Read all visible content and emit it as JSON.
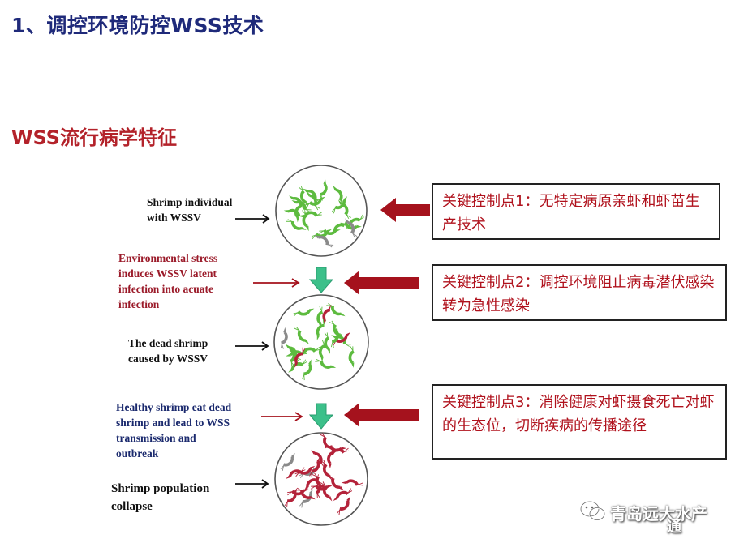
{
  "slide": {
    "title": "1、调控环境防控WSS技术",
    "section_title": "WSS流行病学特征"
  },
  "labels": {
    "shrimp_individual": "Shrimp individual\nwith WSSV",
    "environmental_stress": "Environmental stress\ninduces WSSV latent\ninfection into acuate\ninfection",
    "dead_shrimp": "The dead shrimp\ncaused by WSSV",
    "healthy_eat": "Healthy shrimp eat dead\nshrimp and lead to WSS\ntransmission and\noutbreak",
    "population_collapse": "Shrimp population\ncollapse"
  },
  "control_points": [
    {
      "text": "关键控制点1：无特定病原亲虾和虾苗生产技术"
    },
    {
      "text": "关键控制点2：调控环境阻止病毒潜伏感染转为急性感染"
    },
    {
      "text": "关键控制点3：消除健康对虾摄食死亡对虾的生态位，切断疾病的传播途径"
    }
  ],
  "watermark": {
    "line1": "青岛远大水产",
    "line2": "通",
    "icon": "wechat-icon"
  },
  "colors": {
    "title_navy": "#1f2a7a",
    "section_red": "#b3222a",
    "control_text_red": "#b0121d",
    "arrow_red": "#a5121d",
    "arrow_green": "#3cc08a",
    "shrimp_green": "#5dbb3f",
    "shrimp_red": "#b4233a",
    "shrimp_gray": "#8a8a8a"
  }
}
